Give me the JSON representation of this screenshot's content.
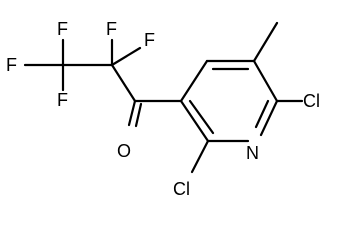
{
  "atoms": {
    "f1": "F",
    "f2": "F",
    "f3": "F",
    "f4": "F",
    "f5": "F",
    "o": "O",
    "n": "N",
    "cl_top": "Cl",
    "cl_bottom": "Cl"
  }
}
